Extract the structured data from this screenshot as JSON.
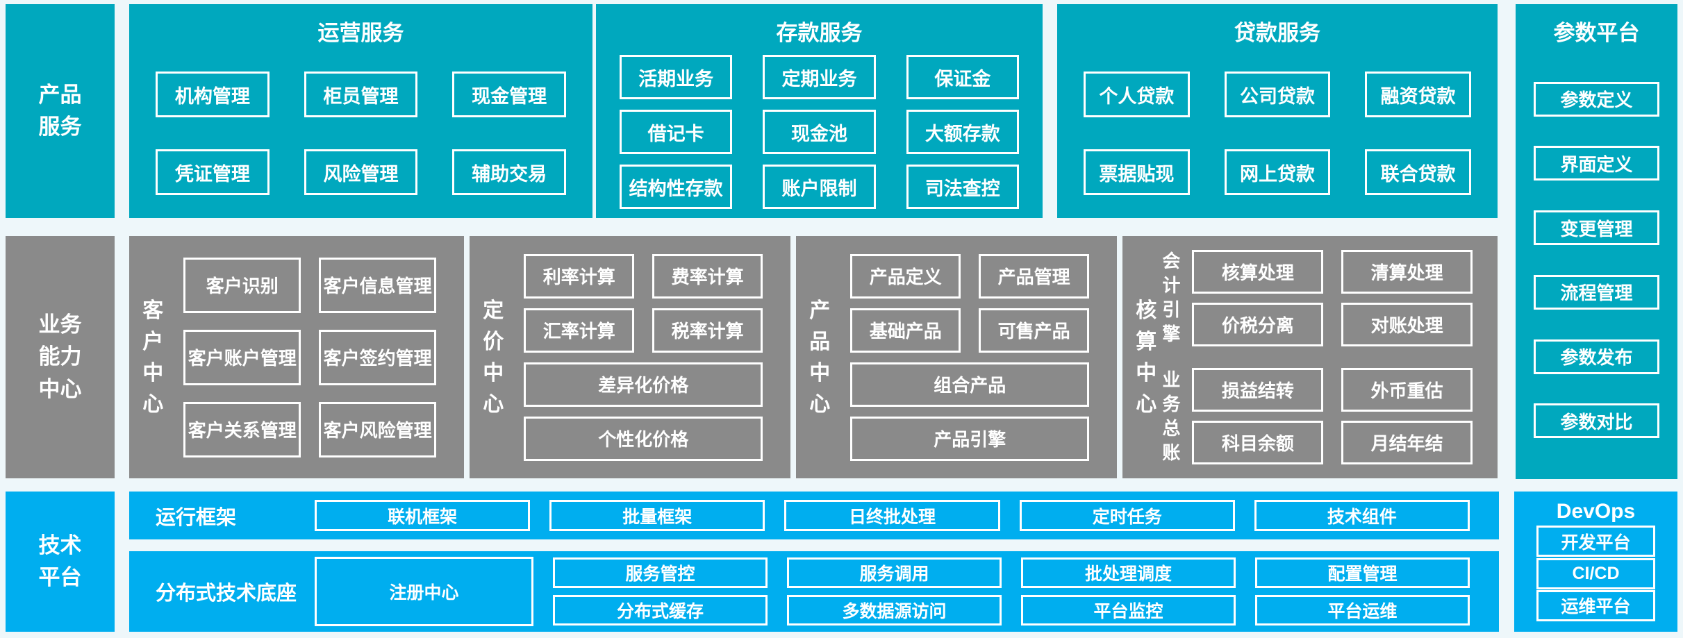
{
  "colors": {
    "teal": "#00a8be",
    "gray": "#8a8a8a",
    "blue": "#00aeef",
    "background": "#eef7fa",
    "text": "#ffffff"
  },
  "left_rail": {
    "product_services_label": "产品\n服务",
    "business_capability_label": "业务\n能力\n中心",
    "technology_platform_label": "技术\n平台"
  },
  "product_services": {
    "sections": [
      {
        "title": "运营服务",
        "items": [
          "机构管理",
          "柜员管理",
          "现金管理",
          "凭证管理",
          "风险管理",
          "辅助交易"
        ]
      },
      {
        "title": "存款服务",
        "items": [
          "活期业务",
          "定期业务",
          "保证金",
          "借记卡",
          "现金池",
          "大额存款",
          "结构性存款",
          "账户限制",
          "司法查控"
        ]
      },
      {
        "title": "贷款服务",
        "items": [
          "个人贷款",
          "公司贷款",
          "融资贷款",
          "票据贴现",
          "网上贷款",
          "联合贷款"
        ]
      }
    ]
  },
  "parameter_platform": {
    "title": "参数平台",
    "items": [
      "参数定义",
      "界面定义",
      "变更管理",
      "流程管理",
      "参数发布",
      "参数对比"
    ]
  },
  "business_capability": {
    "customer_center": {
      "label": "客户中心",
      "items": [
        "客户识别",
        "客户信息管理",
        "客户账户管理",
        "客户签约管理",
        "客户关系管理",
        "客户风险管理"
      ]
    },
    "pricing_center": {
      "label": "定价中心",
      "items": [
        "利率计算",
        "费率计算",
        "汇率计算",
        "税率计算"
      ],
      "wide_items": [
        "差异化价格",
        "个性化价格"
      ]
    },
    "product_center": {
      "label": "产品中心",
      "items": [
        "产品定义",
        "产品管理",
        "基础产品",
        "可售产品"
      ],
      "wide_items": [
        "组合产品",
        "产品引擎"
      ]
    },
    "accounting_center": {
      "label": "核算中心",
      "groups": [
        {
          "label": "会计引擎",
          "items": [
            "核算处理",
            "清算处理",
            "价税分离",
            "对账处理"
          ]
        },
        {
          "label": "业务总账",
          "items": [
            "损益结转",
            "外币重估",
            "科目余额",
            "月结年结"
          ]
        }
      ]
    }
  },
  "technology_platform": {
    "runtime_framework": {
      "label": "运行框架",
      "items": [
        "联机框架",
        "批量框架",
        "日终批处理",
        "定时任务",
        "技术组件"
      ]
    },
    "distributed_base": {
      "label": "分布式技术底座",
      "registry": "注册中心",
      "columns": [
        {
          "top": "服务管控",
          "bottom": "分布式缓存"
        },
        {
          "top": "服务调用",
          "bottom": "多数据源访问"
        },
        {
          "top": "批处理调度",
          "bottom": "平台监控"
        },
        {
          "top": "配置管理",
          "bottom": "平台运维"
        }
      ]
    }
  },
  "devops": {
    "title": "DevOps",
    "items": [
      "开发平台",
      "CI/CD",
      "运维平台"
    ]
  }
}
